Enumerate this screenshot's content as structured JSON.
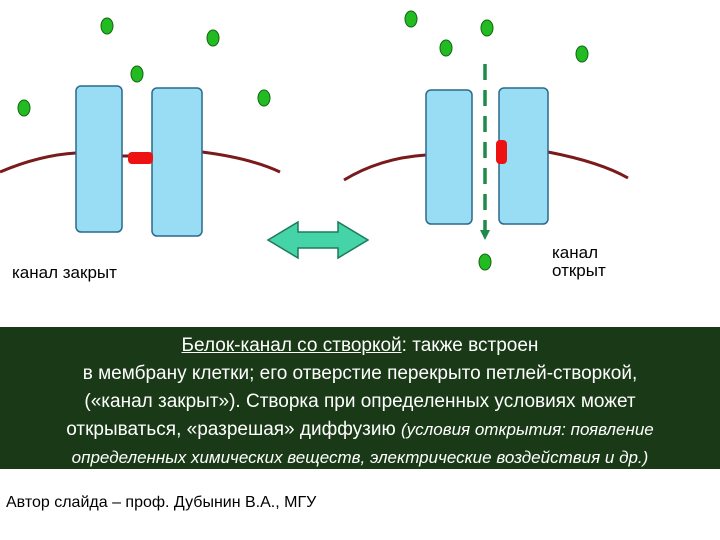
{
  "labels": {
    "closed": "канал закрыт",
    "open_line1": "канал",
    "open_line2": "открыт"
  },
  "description": {
    "title": "Белок-канал со створкой",
    "line1_rest": ": также встроен",
    "line2": "в мембрану клетки; его отверстие перекрыто петлей-створкой,",
    "line3": "(«канал закрыт»). Створка при определенных условиях может",
    "line4_main": "открываться, «разрешая» диффузию ",
    "note_a": "(условия открытия: появление",
    "note_b": "определенных химических веществ, электрические воздействия и др.)"
  },
  "author": "Автор слайда – проф. Дубынин В.А., МГУ",
  "colors": {
    "protein": "#99ddf5",
    "protein_stroke": "#2a6a8a",
    "molecule": "#22bb22",
    "gate": "#ee1111",
    "membrane": "#7a1a1a",
    "arrow": "#44d4a8",
    "path_dash": "#1f8a4a",
    "text_panel_bg": "#1a3a17"
  }
}
